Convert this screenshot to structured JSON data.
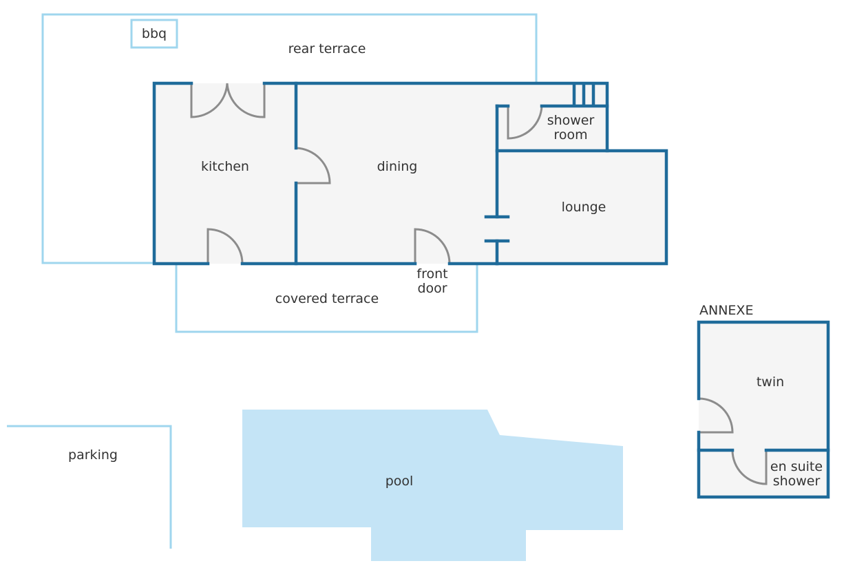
{
  "labels": {
    "bbq": "bbq",
    "rear_terrace": "rear terrace",
    "kitchen": "kitchen",
    "dining": "dining",
    "shower_room_line1": "shower",
    "shower_room_line2": "room",
    "lounge": "lounge",
    "front_door_line1": "front",
    "front_door_line2": "door",
    "covered_terrace": "covered terrace",
    "annexe": "ANNEXE",
    "twin": "twin",
    "en_suite_line1": "en suite",
    "en_suite_line2": "shower",
    "parking": "parking",
    "pool": "pool"
  },
  "colors": {
    "wall": "#1f6b9a",
    "outline": "#9fd6ee",
    "room_fill": "#f5f5f5",
    "pool_fill": "#c4e4f6",
    "door": "#8c8c8c",
    "text": "#333333"
  }
}
